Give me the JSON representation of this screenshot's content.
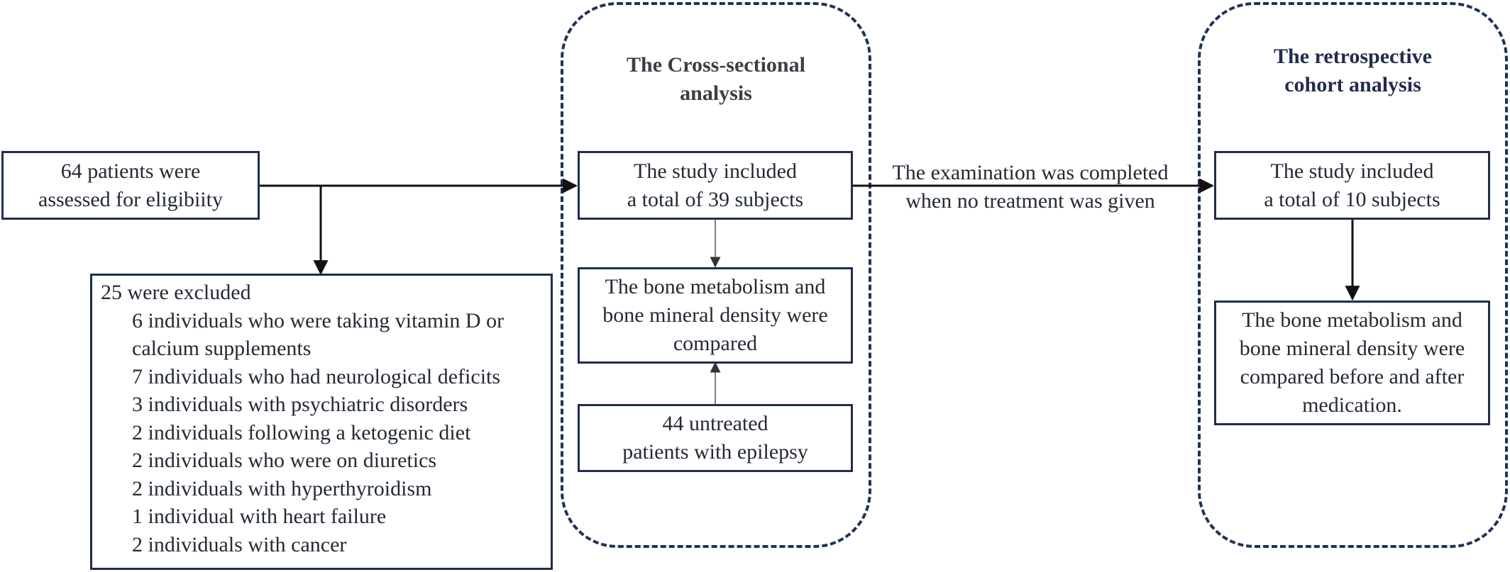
{
  "sections": {
    "cross_sectional_title": [
      "The Cross-sectional",
      "analysis"
    ],
    "retrospective_title": [
      "The retrospective",
      "cohort analysis"
    ]
  },
  "nodes": {
    "assessed": [
      "64 patients were",
      "assessed for eligibiity"
    ],
    "excluded": {
      "heading": "25 were excluded",
      "items": [
        [
          "6 individuals who were taking vitamin D or",
          "calcium supplements"
        ],
        [
          "7 individuals who had neurological deficits"
        ],
        [
          "3 individuals with psychiatric disorders"
        ],
        [
          "2 individuals following a ketogenic diet"
        ],
        [
          "2 individuals who were on diuretics"
        ],
        [
          "2 individuals with hyperthyroidism"
        ],
        [
          "1 individual with heart failure"
        ],
        [
          "2 individuals with cancer"
        ]
      ]
    },
    "cs_included": [
      "The study included",
      "a total of 39 subjects"
    ],
    "cs_compared": [
      "The bone metabolism and",
      "bone mineral density were",
      "compared"
    ],
    "untreated": [
      "44 untreated",
      "patients with epilepsy"
    ],
    "rc_included": [
      "The study included",
      "a total of 10 subjects"
    ],
    "rc_compared": [
      "The bone metabolism and",
      "bone mineral density were",
      "compared before and after",
      "medication."
    ]
  },
  "edges": {
    "cs_to_rc_label": [
      "The examination was completed",
      "when no treatment was given"
    ]
  },
  "colors": {
    "border": "#1f2d4d",
    "dashed": "#1f3257",
    "text": "#222a35"
  }
}
